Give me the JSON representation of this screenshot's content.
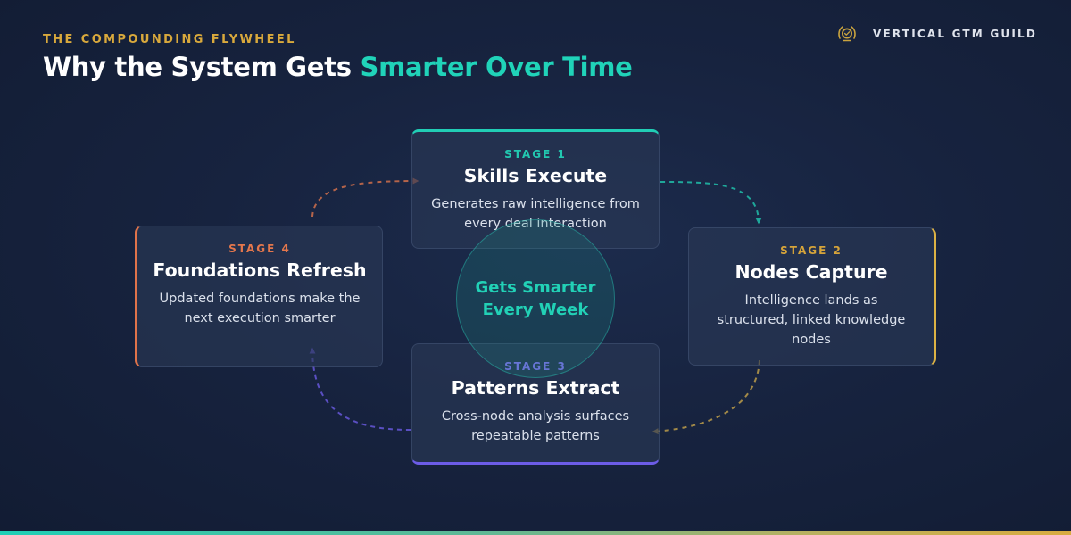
{
  "header": {
    "eyebrow": "THE COMPOUNDING FLYWHEEL",
    "title_main": "Why the System Gets ",
    "title_accent": "Smarter Over Time"
  },
  "brand": {
    "icon": "guild-seal-icon",
    "name": "VERTICAL GTM GUILD"
  },
  "hub": {
    "label": "Gets Smarter Every Week"
  },
  "stages": [
    {
      "stage": "STAGE 1",
      "title": "Skills Execute",
      "description": "Generates raw intelligence from every deal interaction",
      "color": "#21cdb5"
    },
    {
      "stage": "STAGE 2",
      "title": "Nodes Capture",
      "description": "Intelligence lands as structured, linked knowledge nodes",
      "color": "#dcb244"
    },
    {
      "stage": "STAGE 3",
      "title": "Patterns Extract",
      "description": "Cross-node analysis surfaces repeatable patterns",
      "color": "#6c5ce7"
    },
    {
      "stage": "STAGE 4",
      "title": "Foundations Refresh",
      "description": "Updated foundations make the next execution smarter",
      "color": "#e0734a"
    }
  ],
  "arrows": [
    {
      "from": "STAGE 1",
      "to": "STAGE 2",
      "color": "#1fa79a"
    },
    {
      "from": "STAGE 2",
      "to": "STAGE 3",
      "color": "#a38a48"
    },
    {
      "from": "STAGE 3",
      "to": "STAGE 4",
      "color": "#5a4fc2"
    },
    {
      "from": "STAGE 4",
      "to": "STAGE 1",
      "color": "#b5644a"
    }
  ],
  "colors": {
    "accent_teal": "#20d3b9",
    "accent_gold": "#d9a93c",
    "background": "#17233f"
  }
}
